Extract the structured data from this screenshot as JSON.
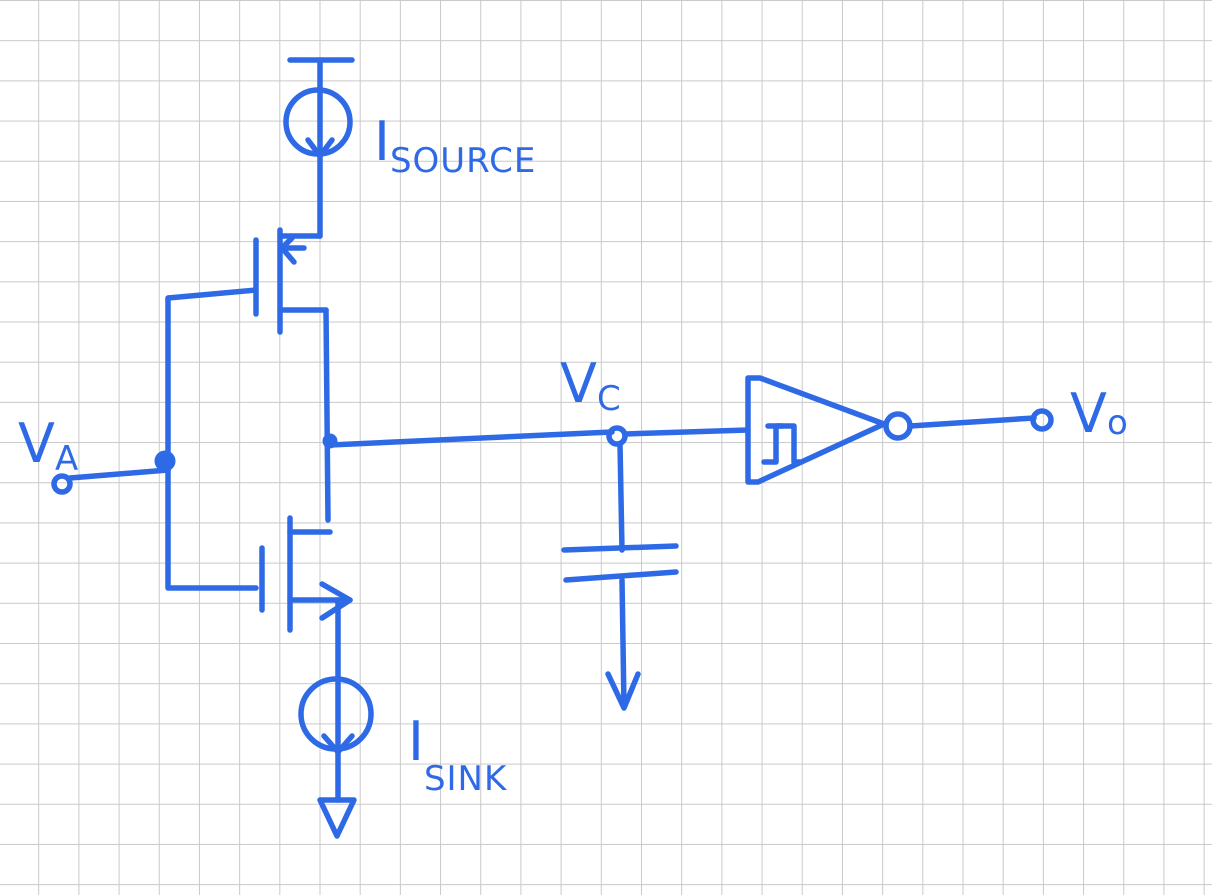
{
  "labels": {
    "input_main": "V",
    "input_sub": "A",
    "node_main": "V",
    "node_sub": "C",
    "output_main": "V",
    "output_sub": "o",
    "source_main": "I",
    "source_sub": "SOURCE",
    "sink_main": "I",
    "sink_sub": "SINK"
  },
  "colors": {
    "ink": "#2f6ae6",
    "paper": "#ffffff",
    "grid": "#c9c9c9"
  }
}
